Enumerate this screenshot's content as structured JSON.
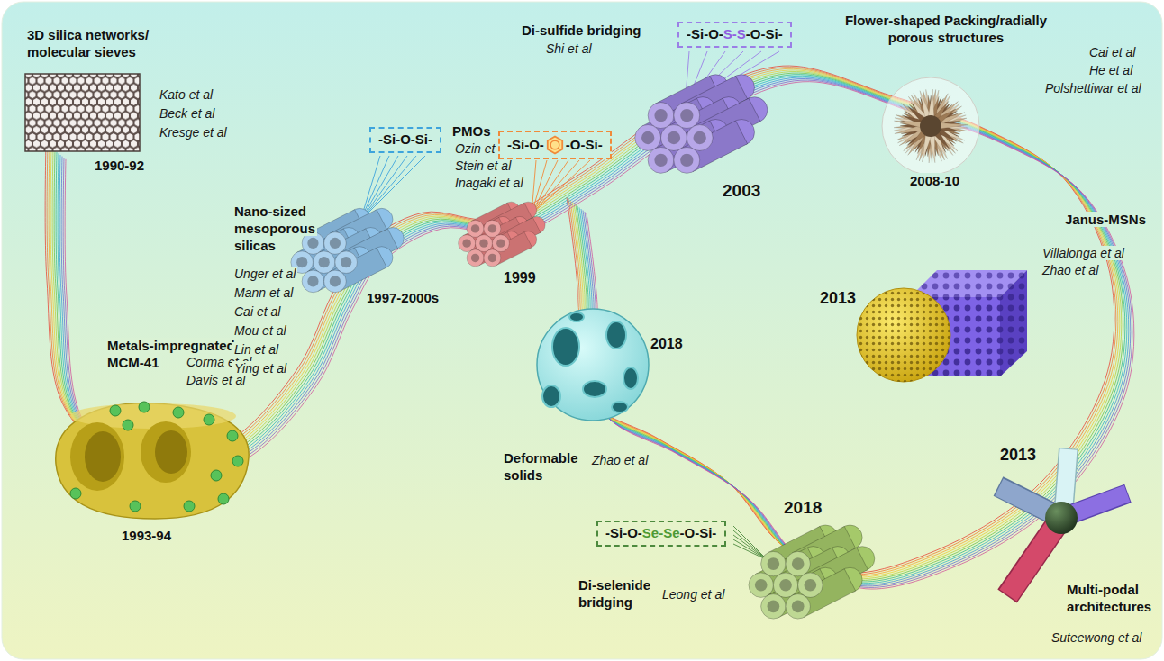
{
  "diagram": {
    "nodes": [
      {
        "text": [
          "-Si-O-Si-"
        ]
      },
      {
        "text": [
          "-Si-O-",
          "-O-Si-"
        ]
      },
      {
        "text": [
          "-Si-O-S-S-O-Si-"
        ]
      },
      {
        "text": [
          "-Si-O-Se-Se-O-Si-"
        ]
      }
    ],
    "labels": [
      "3D silica networks/ molecular sieves",
      "Kato et al",
      "Beck et al",
      "Kresge et al",
      "1990-92",
      "Metals-impregnated MCM-41",
      "Corma et al",
      "Davis et al",
      "1993-94",
      "Nano-sized mesoporous silicas",
      "Unger et al",
      "Mann et al",
      "Cai et al",
      "Mou et al",
      "Lin et al",
      "Ying et al",
      "1997-2000s",
      "PMOs",
      "Ozin et al",
      "Stein et al",
      "Inagaki et al",
      "1999",
      "Di-sulfide bridging",
      "Shi et al",
      "2003",
      "Flower-shaped Packing/radially porous structures",
      "Cai et al",
      "He et al",
      "Polshettiwar et al",
      "2008-10",
      "Janus-MSNs",
      "Villalonga et al",
      "Zhao et al",
      "2013",
      "2013",
      "Multi-podal architectures",
      "Suteewong et al",
      "2018",
      "Deformable solids",
      "Zhao et al",
      "2018",
      "Di-selenide bridging",
      "Leong et al"
    ]
  }
}
